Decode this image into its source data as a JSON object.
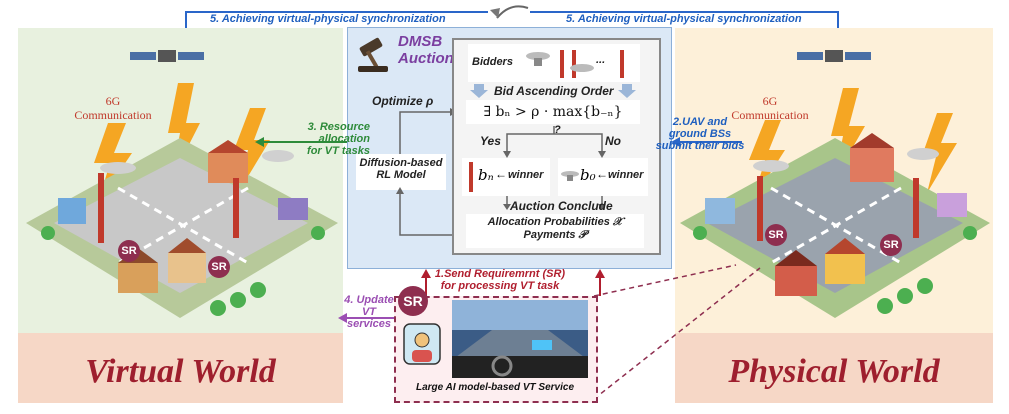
{
  "top_arrows": {
    "left_label": "5. Achieving virtual-physical synchronization",
    "right_label": "5. Achieving virtual-physical synchronization"
  },
  "virtual_world": {
    "title": "Virtual World",
    "comm_line1": "6G",
    "comm_line2": "Communication",
    "sr": "SR"
  },
  "physical_world": {
    "title": "Physical World",
    "comm_line1": "6G",
    "comm_line2": "Communication",
    "sr": "SR"
  },
  "dmsb": {
    "title_line1": "DMSB",
    "title_line2": "Auction",
    "optimize": "Optimize ρ",
    "model_line1": "Diffusion-based",
    "model_line2": "RL Model"
  },
  "auction": {
    "bidders": "Bidders",
    "ellipsis": "...",
    "bid_order": "Bid Ascending Order",
    "condition": "∃ bₙ > ρ · max{b₋ₙ}",
    "question": "?",
    "yes": "Yes",
    "no": "No",
    "winner_yes_var": "bₙ",
    "winner_yes": "winner",
    "winner_no_var": "b₀",
    "winner_no": "winner",
    "conclude": "Auction Conclude",
    "alloc": "Allocation Probabilities 𝒳",
    "payments": "Payments 𝒫"
  },
  "steps": {
    "s1_line1": "1.Send Requiremrnt (SR)",
    "s1_line2": "for processing VT task",
    "s2_line1": "2.UAV and ground BSs",
    "s2_line2": "submit their bids",
    "s3_line1": "3. Resource allocation",
    "s3_line2": "for VT tasks",
    "s4_line1": "4. Update VT",
    "s4_line2": "services"
  },
  "vt_service": {
    "sr": "SR",
    "caption": "Large AI model-based VT Service"
  },
  "colors": {
    "blue_arrow": "#2a66c9",
    "green_arrow": "#2e8b3a",
    "purple_arrow": "#9b4fb3",
    "red_arrow": "#b01e2e",
    "sr_badge": "#8e2e4f"
  }
}
